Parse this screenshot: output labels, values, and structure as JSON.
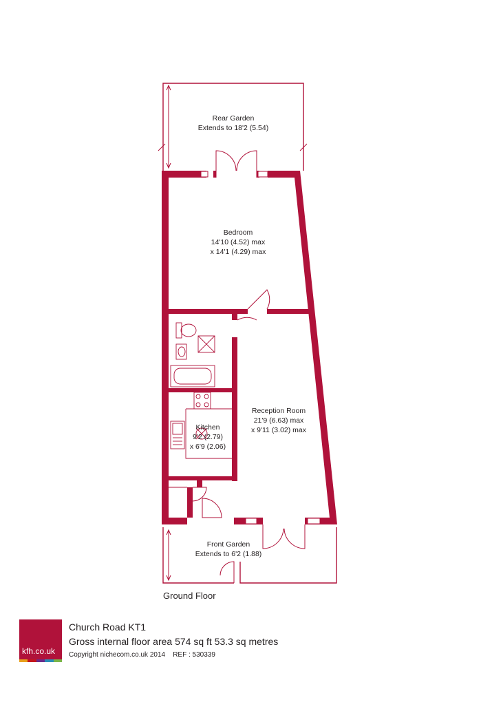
{
  "floor_label": "Ground Floor",
  "rooms": {
    "rear_garden": {
      "name": "Rear Garden",
      "dims": "Extends to 18'2 (5.54)"
    },
    "bedroom": {
      "name": "Bedroom",
      "dim1": "14'10 (4.52) max",
      "dim2": "x 14'1 (4.29) max"
    },
    "reception": {
      "name": "Reception Room",
      "dim1": "21'9 (6.63) max",
      "dim2": "x 9'11 (3.02) max"
    },
    "kitchen": {
      "name": "Kitchen",
      "dim1": "9'2 (2.79)",
      "dim2": "x 6'9 (2.06)"
    },
    "front_garden": {
      "name": "Front Garden",
      "dims": "Extends to 6'2 (1.88)"
    }
  },
  "footer": {
    "logo_text": "kfh.co.uk",
    "title": "Church Road KT1",
    "area": "Gross internal floor area 574 sq ft 53.3 sq metres",
    "copyright": "Copyright nichecom.co.uk 2014",
    "ref": "REF : 530339"
  },
  "colors": {
    "wall": "#b0123a",
    "line": "#231f20",
    "logo": "#b0123a",
    "logo_strip": [
      "#e8a11c",
      "#c4161c",
      "#6a2b8c",
      "#2a8fb9",
      "#7ab648"
    ]
  }
}
